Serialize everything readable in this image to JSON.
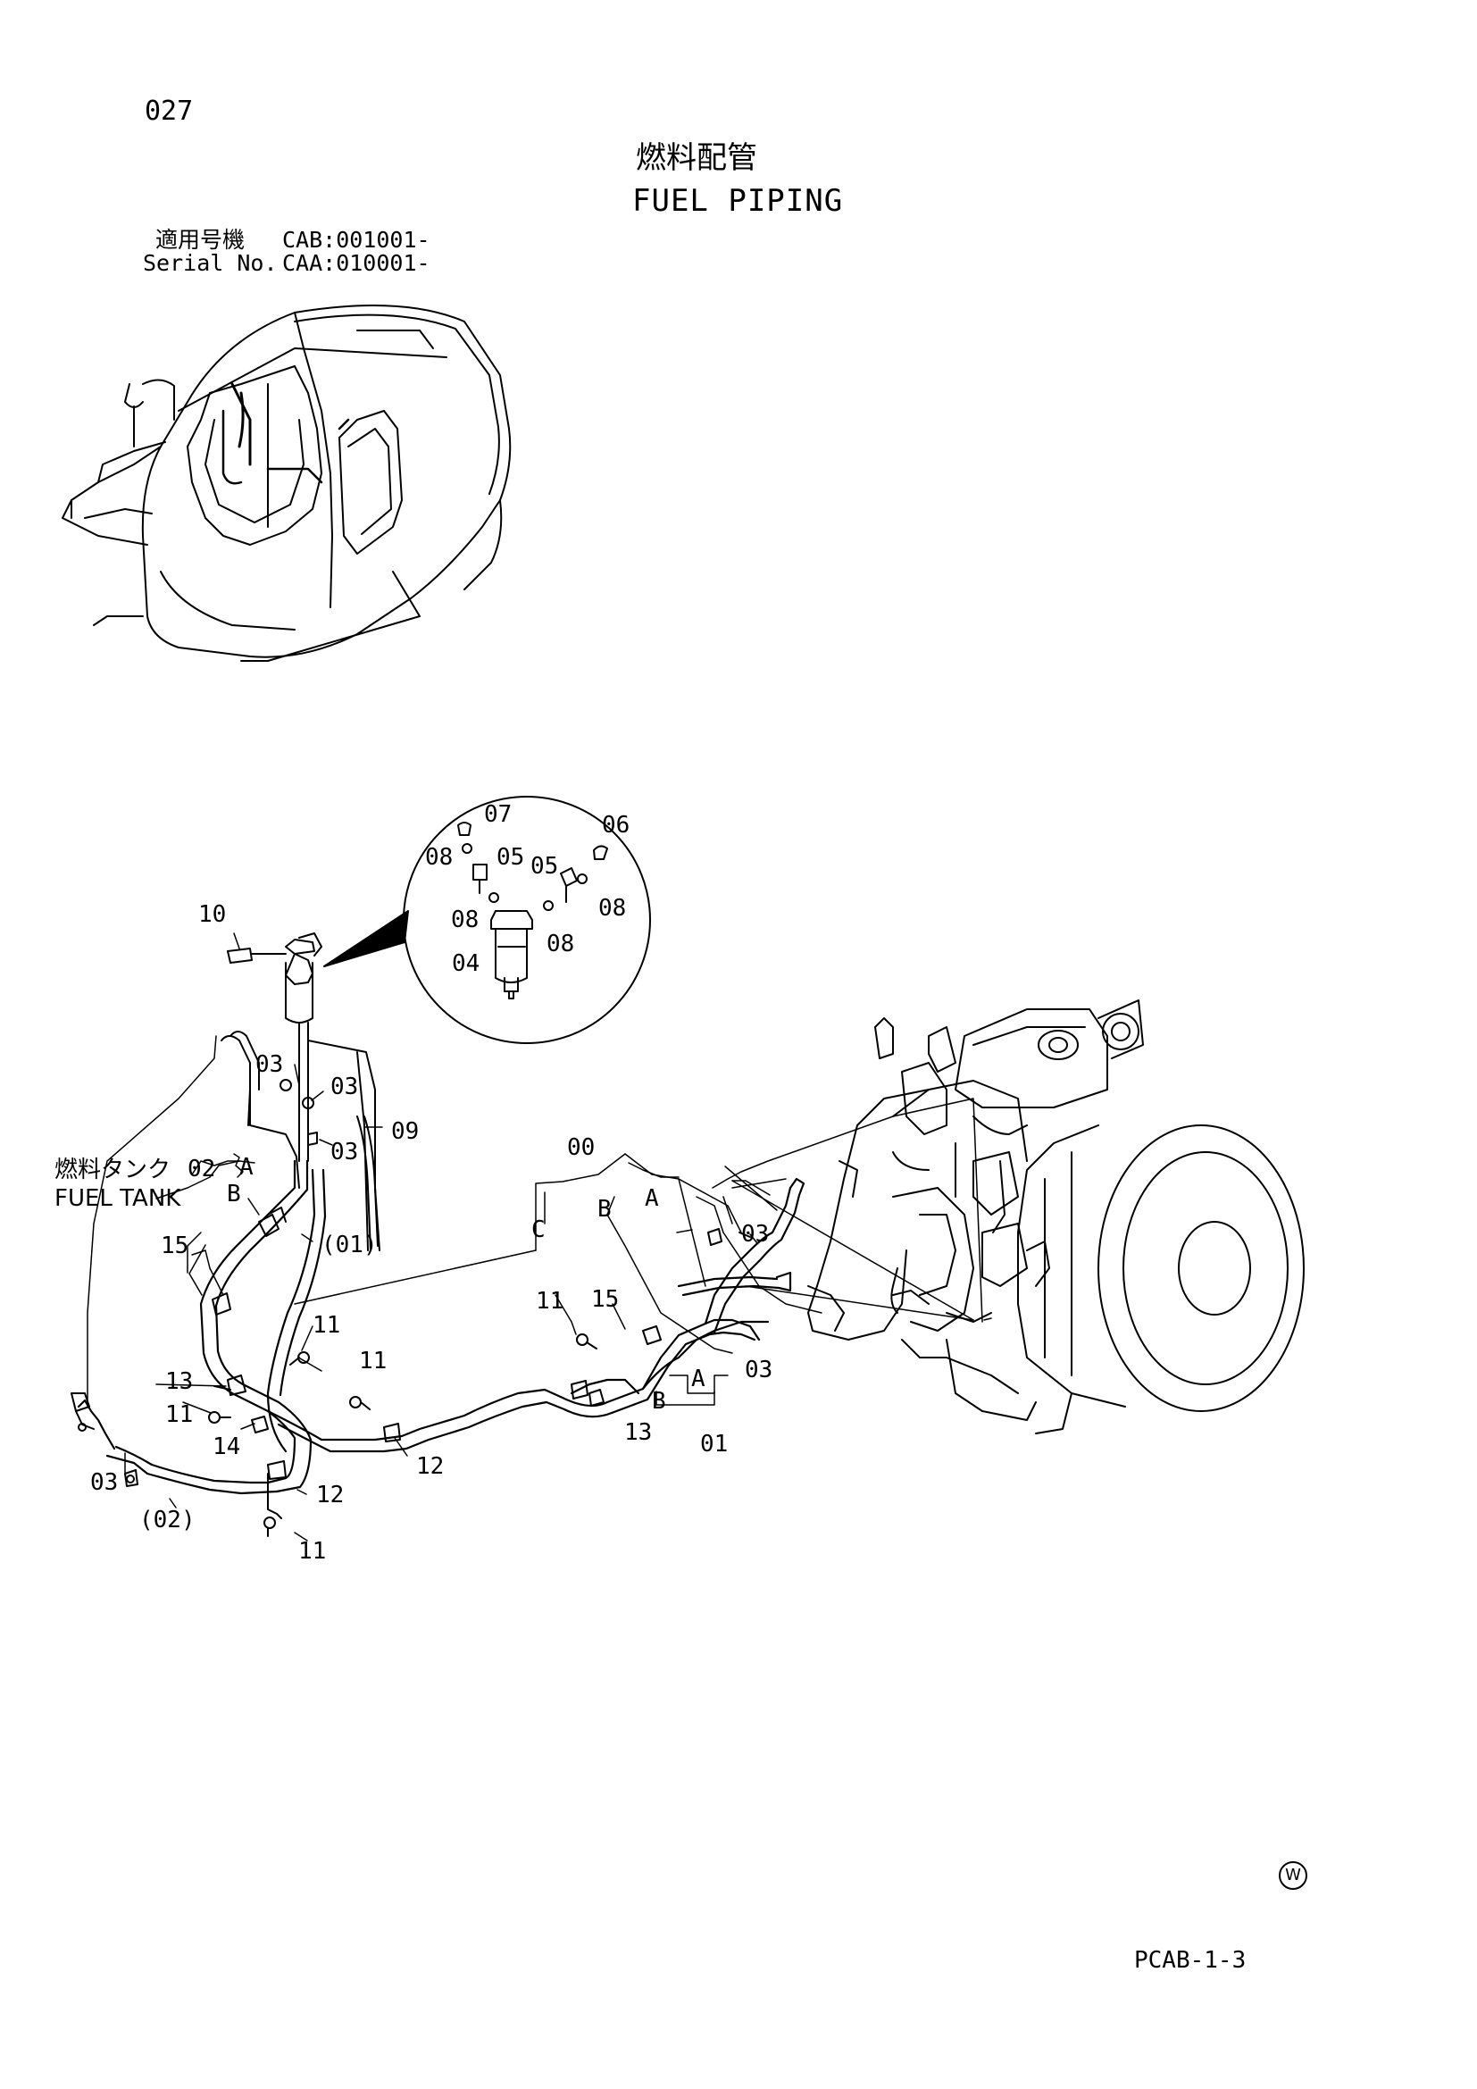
{
  "header": {
    "page_number": "027",
    "title_ja": "燃料配管",
    "title_en": "FUEL PIPING",
    "applicable_label": "適用号機",
    "applicable_value": "CAB:001001-",
    "serial_label": "Serial No.",
    "serial_value": "CAA:010001-"
  },
  "footer": {
    "code": "PCAB-1-3",
    "mark": "W"
  },
  "callouts": {
    "c10": "10",
    "c07": "07",
    "c06": "06",
    "c08a": "08",
    "c05a": "05",
    "c05b": "05",
    "c08b": "08",
    "c08c": "08",
    "c08d": "08",
    "c04": "04",
    "c03a": "03",
    "c03b": "03",
    "c03c": "03",
    "c09": "09",
    "c02": "02",
    "cA1": "A",
    "cB1": "B",
    "c01p": "(01)",
    "c15a": "15",
    "c11a": "11",
    "c11b": "11",
    "c13a": "13",
    "c11c": "11",
    "c14": "14",
    "c03d": "03",
    "c02p": "(02)",
    "c12a": "12",
    "c12b": "12",
    "c11d": "11",
    "c00": "00",
    "cA2": "A",
    "cB2": "B",
    "cC": "C",
    "c03e": "03",
    "c11e": "11",
    "c15b": "15",
    "c03f": "03",
    "cA3": "A",
    "cB3": "B",
    "c13b": "13",
    "c01": "01"
  },
  "fuel_tank_label_ja": "燃料タンク",
  "fuel_tank_label_en": "FUEL TANK"
}
